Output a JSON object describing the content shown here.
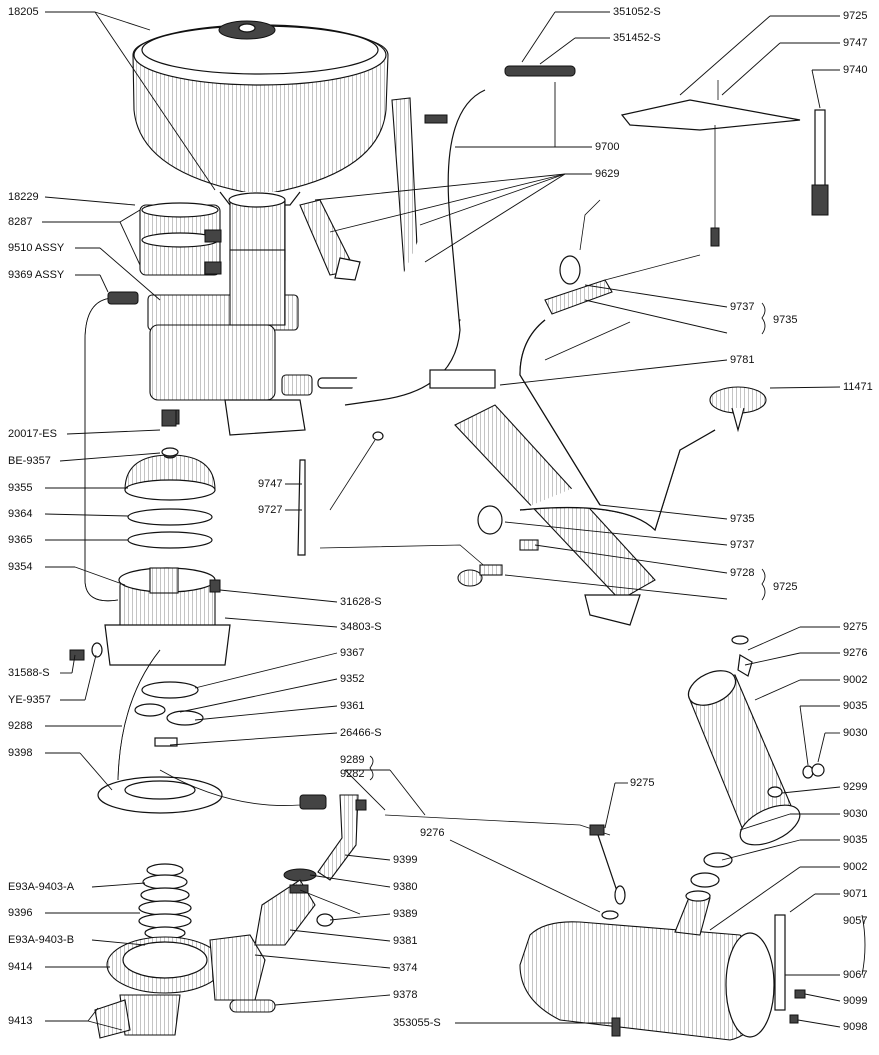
{
  "labels": {
    "l_18205": "18205",
    "l_18229": "18229",
    "l_8287": "8287",
    "l_9510": "9510 ASSY",
    "l_9369": "9369 ASSY",
    "l_20017": "20017-ES",
    "l_be9357": "BE-9357",
    "l_9355": "9355",
    "l_9364": "9364",
    "l_9365": "9365",
    "l_9354": "9354",
    "l_31588": "31588-S",
    "l_ye9357": "YE-9357",
    "l_9288": "9288",
    "l_9398": "9398",
    "l_e93a": "E93A-9403-A",
    "l_9396": "9396",
    "l_e93b": "E93A-9403-B",
    "l_9414": "9414",
    "l_9413": "9413",
    "l_351052": "351052-S",
    "l_351452": "351452-S",
    "l_9700": "9700",
    "l_9629": "9629",
    "l_9725a": "9725",
    "l_9747a": "9747",
    "l_9740": "9740",
    "l_9737a": "9737",
    "l_9735a": "9735",
    "l_9781": "9781",
    "l_11471": "11471",
    "l_9747b": "9747",
    "l_9727": "9727",
    "l_9735b": "9735",
    "l_9737b": "9737",
    "l_9728": "9728",
    "l_9725b": "9725",
    "l_31628": "31628-S",
    "l_34803": "34803-S",
    "l_9367": "9367",
    "l_9352": "9352",
    "l_9361": "9361",
    "l_26466": "26466-S",
    "l_9289": "9289",
    "l_9282": "9282",
    "l_9399": "9399",
    "l_9380": "9380",
    "l_9389": "9389",
    "l_9381": "9381",
    "l_9374": "9374",
    "l_9378": "9378",
    "l_353055": "353055-S",
    "l_9275a": "9275",
    "l_9276a": "9276",
    "l_9002a": "9002",
    "l_9035a": "9035",
    "l_9030a": "9030",
    "l_9299": "9299",
    "l_9030b": "9030",
    "l_9035b": "9035",
    "l_9002b": "9002",
    "l_9071": "9071",
    "l_9057": "9057",
    "l_9067": "9067",
    "l_9099": "9099",
    "l_9098": "9098",
    "l_9275b": "9275",
    "l_9276b": "9276"
  }
}
